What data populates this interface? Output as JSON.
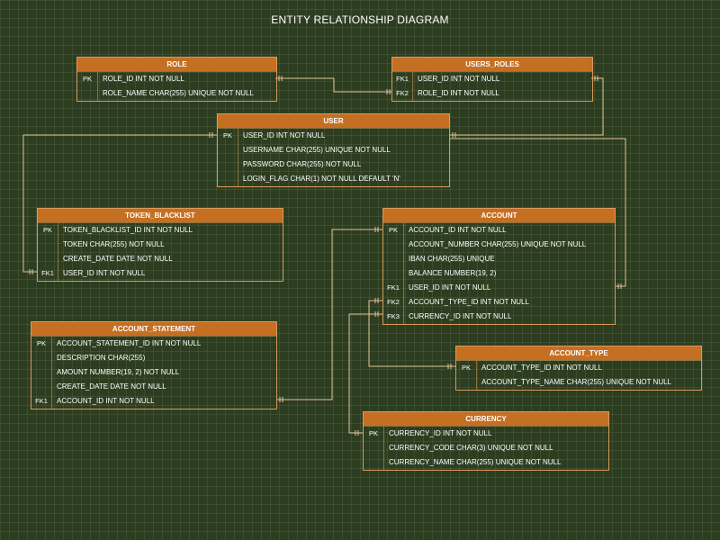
{
  "title": "ENTITY RELATIONSHIP DIAGRAM",
  "entities": {
    "role": {
      "name": "ROLE",
      "rows": [
        {
          "key": "PK",
          "text": "ROLE_ID INT NOT NULL"
        },
        {
          "key": "",
          "text": "ROLE_NAME CHAR(255) UNIQUE NOT NULL"
        }
      ]
    },
    "users_roles": {
      "name": "USERS_ROLES",
      "rows": [
        {
          "key": "FK1",
          "text": "USER_ID INT NOT NULL"
        },
        {
          "key": "FK2",
          "text": "ROLE_ID INT NOT NULL"
        }
      ]
    },
    "user": {
      "name": "USER",
      "rows": [
        {
          "key": "PK",
          "text": "USER_ID INT NOT NULL"
        },
        {
          "key": "",
          "text": "USERNAME CHAR(255) UNIQUE NOT NULL"
        },
        {
          "key": "",
          "text": "PASSWORD CHAR(255) NOT NULL"
        },
        {
          "key": "",
          "text": "LOGIN_FLAG CHAR(1) NOT NULL DEFAULT 'N'"
        }
      ]
    },
    "token_blacklist": {
      "name": "TOKEN_BLACKLIST",
      "rows": [
        {
          "key": "PK",
          "text": "TOKEN_BLACKLIST_ID INT NOT NULL"
        },
        {
          "key": "",
          "text": "TOKEN CHAR(255) NOT NULL"
        },
        {
          "key": "",
          "text": "CREATE_DATE DATE NOT NULL"
        },
        {
          "key": "FK1",
          "text": "USER_ID INT NOT NULL"
        }
      ]
    },
    "account": {
      "name": "ACCOUNT",
      "rows": [
        {
          "key": "PK",
          "text": "ACCOUNT_ID INT NOT NULL"
        },
        {
          "key": "",
          "text": "ACCOUNT_NUMBER CHAR(255) UNIQUE NOT NULL"
        },
        {
          "key": "",
          "text": "IBAN CHAR(255) UNIQUE"
        },
        {
          "key": "",
          "text": "BALANCE NUMBER(19, 2)"
        },
        {
          "key": "FK1",
          "text": "USER_ID INT NOT NULL"
        },
        {
          "key": "FK2",
          "text": "ACCOUNT_TYPE_ID INT NOT NULL"
        },
        {
          "key": "FK3",
          "text": "CURRENCY_ID INT NOT NULL"
        }
      ]
    },
    "account_statement": {
      "name": "ACCOUNT_STATEMENT",
      "rows": [
        {
          "key": "PK",
          "text": "ACCOUNT_STATEMENT_ID INT NOT NULL"
        },
        {
          "key": "",
          "text": "DESCRIPTION CHAR(255)"
        },
        {
          "key": "",
          "text": "AMOUNT NUMBER(19, 2) NOT NULL"
        },
        {
          "key": "",
          "text": "CREATE_DATE DATE NOT NULL"
        },
        {
          "key": "FK1",
          "text": "ACCOUNT_ID INT NOT NULL"
        }
      ]
    },
    "account_type": {
      "name": "ACCOUNT_TYPE",
      "rows": [
        {
          "key": "PK",
          "text": "ACCOUNT_TYPE_ID INT NOT NULL"
        },
        {
          "key": "",
          "text": "ACCOUNT_TYPE_NAME CHAR(255) UNIQUE NOT NULL"
        }
      ]
    },
    "currency": {
      "name": "CURRENCY",
      "rows": [
        {
          "key": "PK",
          "text": "CURRENCY_ID INT NOT NULL"
        },
        {
          "key": "",
          "text": "CURRENCY_CODE CHAR(3) UNIQUE NOT NULL"
        },
        {
          "key": "",
          "text": "CURRENCY_NAME CHAR(255) UNIQUE NOT NULL"
        }
      ]
    }
  },
  "relationships": [
    {
      "from": "role.ROLE_ID",
      "to": "users_roles.ROLE_ID"
    },
    {
      "from": "user.USER_ID",
      "to": "users_roles.USER_ID"
    },
    {
      "from": "user.USER_ID",
      "to": "token_blacklist.USER_ID"
    },
    {
      "from": "user.USER_ID",
      "to": "account.USER_ID"
    },
    {
      "from": "account.ACCOUNT_ID",
      "to": "account_statement.ACCOUNT_ID"
    },
    {
      "from": "account_type.ACCOUNT_TYPE_ID",
      "to": "account.ACCOUNT_TYPE_ID"
    },
    {
      "from": "currency.CURRENCY_ID",
      "to": "account.CURRENCY_ID"
    }
  ],
  "colors": {
    "background": "#2d3e20",
    "header": "#c56f22",
    "border": "#d99a5a",
    "connector": "#e2c29a"
  }
}
